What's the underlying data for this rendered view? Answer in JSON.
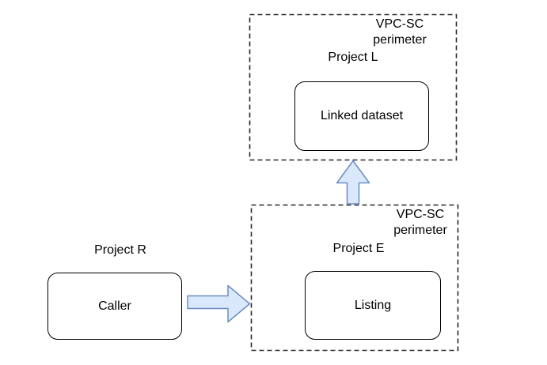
{
  "diagram": {
    "title": "VPC-SC perimeter architecture diagram",
    "colors": {
      "background": "#ffffff",
      "node_fill": "#ffffff",
      "node_stroke": "#000000",
      "perimeter_stroke": "#262626",
      "arrow_fill": "#dae8fc",
      "arrow_stroke": "#6c8ebf",
      "text": "#000000"
    },
    "perimeter_top": {
      "label_line1": "VPC-SC",
      "label_line2": "perimeter",
      "project": "Project L",
      "node": "Linked dataset"
    },
    "perimeter_bottom": {
      "label_line1": "VPC-SC",
      "label_line2": "perimeter",
      "project": "Project E",
      "node": "Listing"
    },
    "external": {
      "project": "Project R",
      "node": "Caller"
    },
    "arrows": [
      {
        "name": "caller-to-listing",
        "direction": "right",
        "from": "Caller",
        "to": "Listing"
      },
      {
        "name": "listing-to-linked-dataset",
        "direction": "up",
        "from": "Listing",
        "to": "Linked dataset"
      }
    ]
  }
}
